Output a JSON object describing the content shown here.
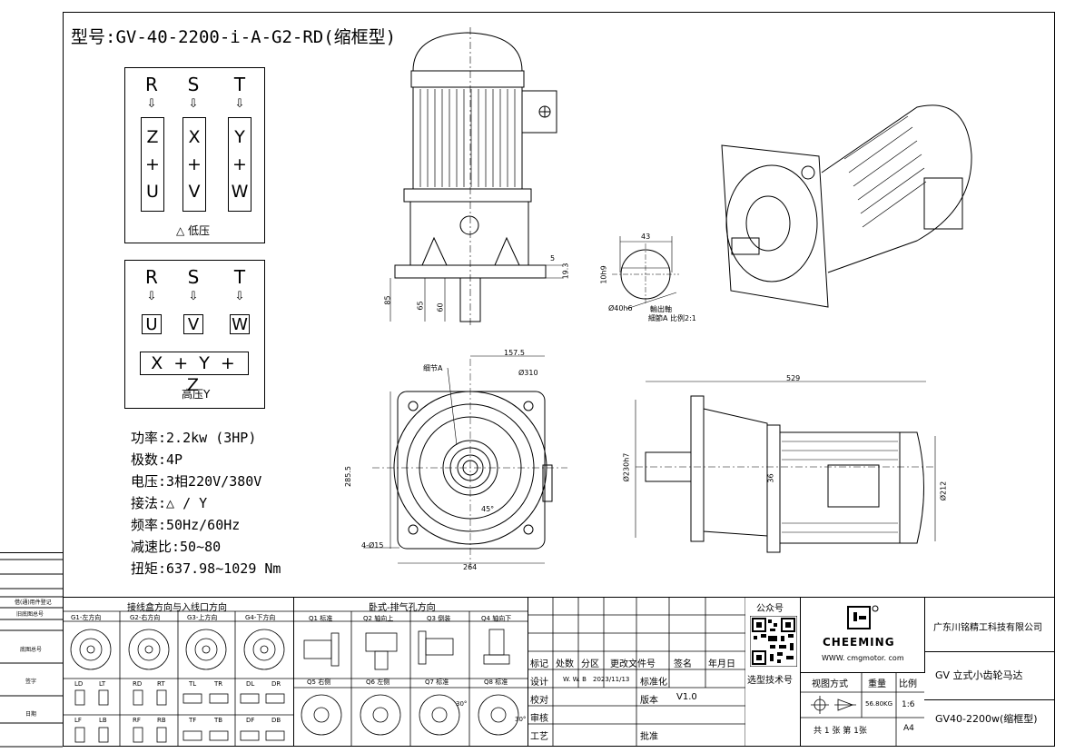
{
  "title": "型号:GV-40-2200-i-A-G2-RD(缩框型)",
  "low_voltage": {
    "top_letters": [
      "R",
      "S",
      "T"
    ],
    "arrow": "⇩",
    "boxes": [
      [
        "Z",
        "+",
        "U"
      ],
      [
        "X",
        "+",
        "V"
      ],
      [
        "Y",
        "+",
        "W"
      ]
    ],
    "caption": "△ 低压"
  },
  "high_voltage": {
    "top_letters": [
      "R",
      "S",
      "T"
    ],
    "arrow": "⇩",
    "boxes": [
      "U",
      "V",
      "W"
    ],
    "xyz": "X + Y + Z",
    "caption": "高压Y"
  },
  "specs": [
    "功率:2.2kw (3HP)",
    "极数:4P",
    "电压:3相220V/380V",
    "接法:△ / Y",
    "频率:50Hz/60Hz",
    "减速比:50~80",
    "扭矩:637.98~1029 Nm"
  ],
  "dims": {
    "d43": "43",
    "d5": "5",
    "d19_3": "19.3",
    "d10h9": "10h9",
    "d40h6": "Ø40h6",
    "shaft_note": "輸出軸",
    "detail_note": "細節A 比例2:1",
    "d85": "85",
    "d65": "65",
    "d60": "60",
    "d157_5": "157.5",
    "d310": "Ø310",
    "detailA": "细节A",
    "d285_5": "285.5",
    "d45": "45°",
    "holes": "4-Ø15",
    "d264": "264",
    "d529": "529",
    "d230": "Ø230h7",
    "d36": "36",
    "d212": "Ø212"
  },
  "left_strip": [
    "借(通)用件登记",
    "旧底图总号",
    "底图总号",
    "签字",
    "日期"
  ],
  "wiring_section": {
    "header": "接线盒方向与入线口方向",
    "views": [
      "G1-左方向",
      "G2-右方向",
      "G3-上方向",
      "G4-下方向"
    ],
    "sub_top": [
      "LD",
      "LT",
      "RD",
      "RT",
      "TL",
      "TR",
      "DL",
      "DR"
    ],
    "sub_bottom": [
      "LF",
      "LB",
      "RF",
      "RB",
      "TF",
      "TB",
      "DF",
      "DB"
    ]
  },
  "mount_section": {
    "header": "卧式-排气孔方向",
    "top_views": [
      "Q1 标准",
      "Q2 轴向上",
      "Q3 倒装",
      "Q4 轴向下"
    ],
    "bottom_views": [
      "Q5 右侧",
      "Q6 左侧",
      "Q7 标准",
      "Q8 标准"
    ],
    "angle": "30°"
  },
  "revision_table": {
    "headers": [
      "标记",
      "处数",
      "分区",
      "更改文件号",
      "签名",
      "年月日"
    ],
    "rows": [
      [
        "设计",
        "W. W. B",
        "2023/11/13",
        "标准化",
        ""
      ],
      [
        "校对",
        "",
        "",
        "版本",
        "V1.0"
      ],
      [
        "审核",
        "",
        "",
        "",
        ""
      ],
      [
        "工艺",
        "",
        "",
        "批准",
        ""
      ]
    ]
  },
  "public_account": "公众号",
  "tech_code": "选型技术号",
  "brand": "CHEEMING",
  "website": "WWW. cmgmotor. com",
  "company": "广东川铭精工科技有限公司",
  "product": "GV 立式小齿轮马达",
  "view_method": "视图方式",
  "weight_label": "重量",
  "scale_label": "比例",
  "weight": "56.80KG",
  "scale": "1:6",
  "sheets": "共 1 张 第 1张",
  "paper": "A4",
  "model_short": "GV40-2200w(缩框型)"
}
